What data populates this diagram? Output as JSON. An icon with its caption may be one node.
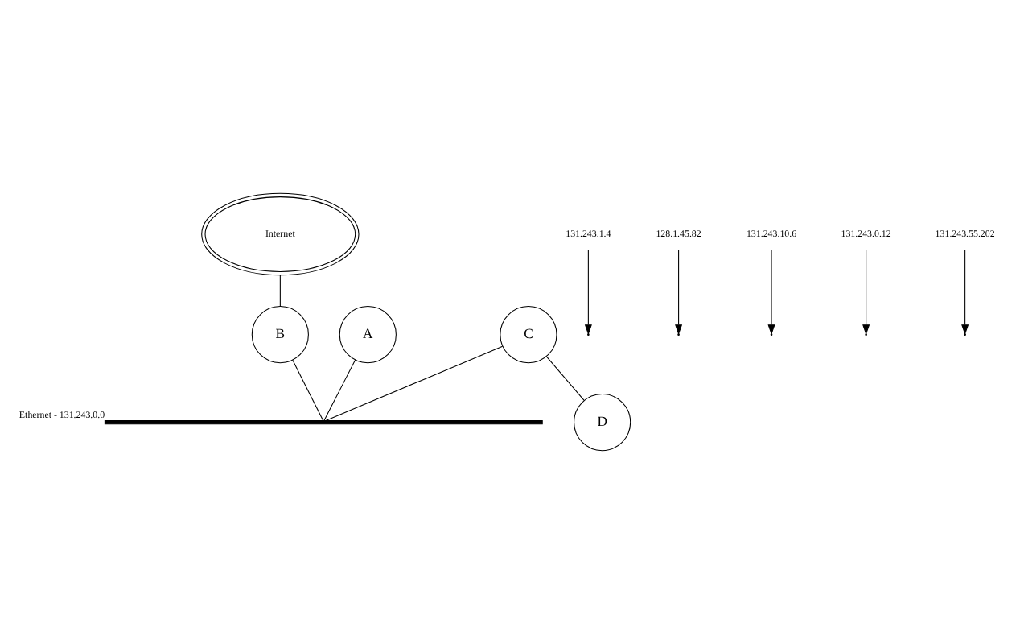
{
  "diagram": {
    "nodes": [
      {
        "text": [
          "Internet"
        ]
      },
      {
        "text": [
          "A"
        ]
      },
      {
        "text": [
          "B"
        ]
      },
      {
        "text": [
          "C"
        ]
      },
      {
        "text": [
          "D"
        ]
      },
      {
        "text": [],
        "shape": "bar",
        "beside": [
          "Ethernet - 131.243.0.0"
        ]
      },
      {
        "text": [
          "131.243.1.4"
        ]
      },
      {
        "text": [
          "128.1.45.82"
        ]
      },
      {
        "text": [
          "131.243.10.6"
        ]
      },
      {
        "text": [
          "131.243.0.12"
        ]
      },
      {
        "text": [
          "131.243.55.202"
        ]
      }
    ],
    "edges": [
      {
        "from": 0,
        "to": 2,
        "arrow": "none"
      },
      {
        "from": 1,
        "to": 5,
        "arrow": "none"
      },
      {
        "from": 2,
        "to": 5,
        "arrow": "none"
      },
      {
        "from": 3,
        "to": 5,
        "arrow": "none"
      },
      {
        "from": 3,
        "to": 4,
        "arrow": "none"
      },
      {
        "from": 6,
        "to": null,
        "arrow": "to"
      },
      {
        "from": 7,
        "to": null,
        "arrow": "to"
      },
      {
        "from": 8,
        "to": null,
        "arrow": "to"
      },
      {
        "from": 9,
        "to": null,
        "arrow": "to"
      },
      {
        "from": 10,
        "to": null,
        "arrow": "to"
      }
    ]
  }
}
